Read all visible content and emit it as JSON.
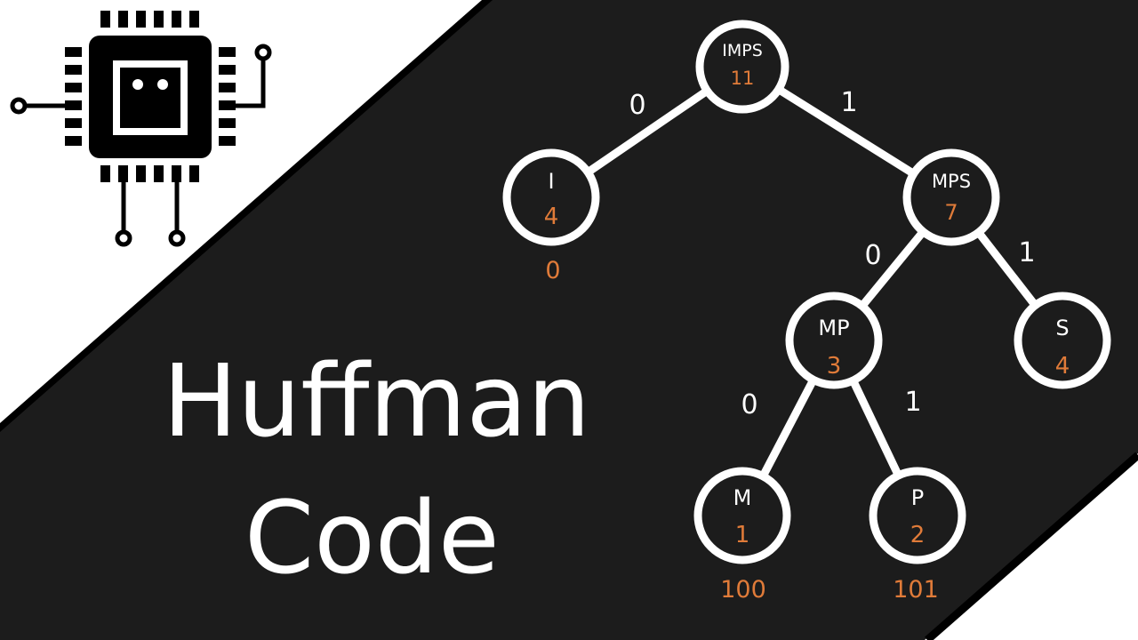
{
  "title": {
    "line1": "Huffman",
    "line2": "Code"
  },
  "colors": {
    "background": "#ffffff",
    "band": "#1c1c1c",
    "band_border": "#000000",
    "node_stroke": "#ffffff",
    "node_name": "#ffffff",
    "weight": "#e07b39",
    "edge_label": "#ffffff",
    "code": "#e07b39"
  },
  "logo": {
    "icon": "cpu-chip-icon"
  },
  "tree": {
    "nodes": {
      "imps": {
        "name": "IMPS",
        "weight": "11"
      },
      "i": {
        "name": "I",
        "weight": "4",
        "code": "0"
      },
      "mps": {
        "name": "MPS",
        "weight": "7"
      },
      "mp": {
        "name": "MP",
        "weight": "3"
      },
      "s": {
        "name": "S",
        "weight": "4"
      },
      "m": {
        "name": "M",
        "weight": "1",
        "code": "100"
      },
      "p": {
        "name": "P",
        "weight": "2",
        "code": "101"
      }
    },
    "edges": {
      "imps_i": "0",
      "imps_mps": "1",
      "mps_mp": "0",
      "mps_s": "1",
      "mp_m": "0",
      "mp_p": "1"
    }
  }
}
